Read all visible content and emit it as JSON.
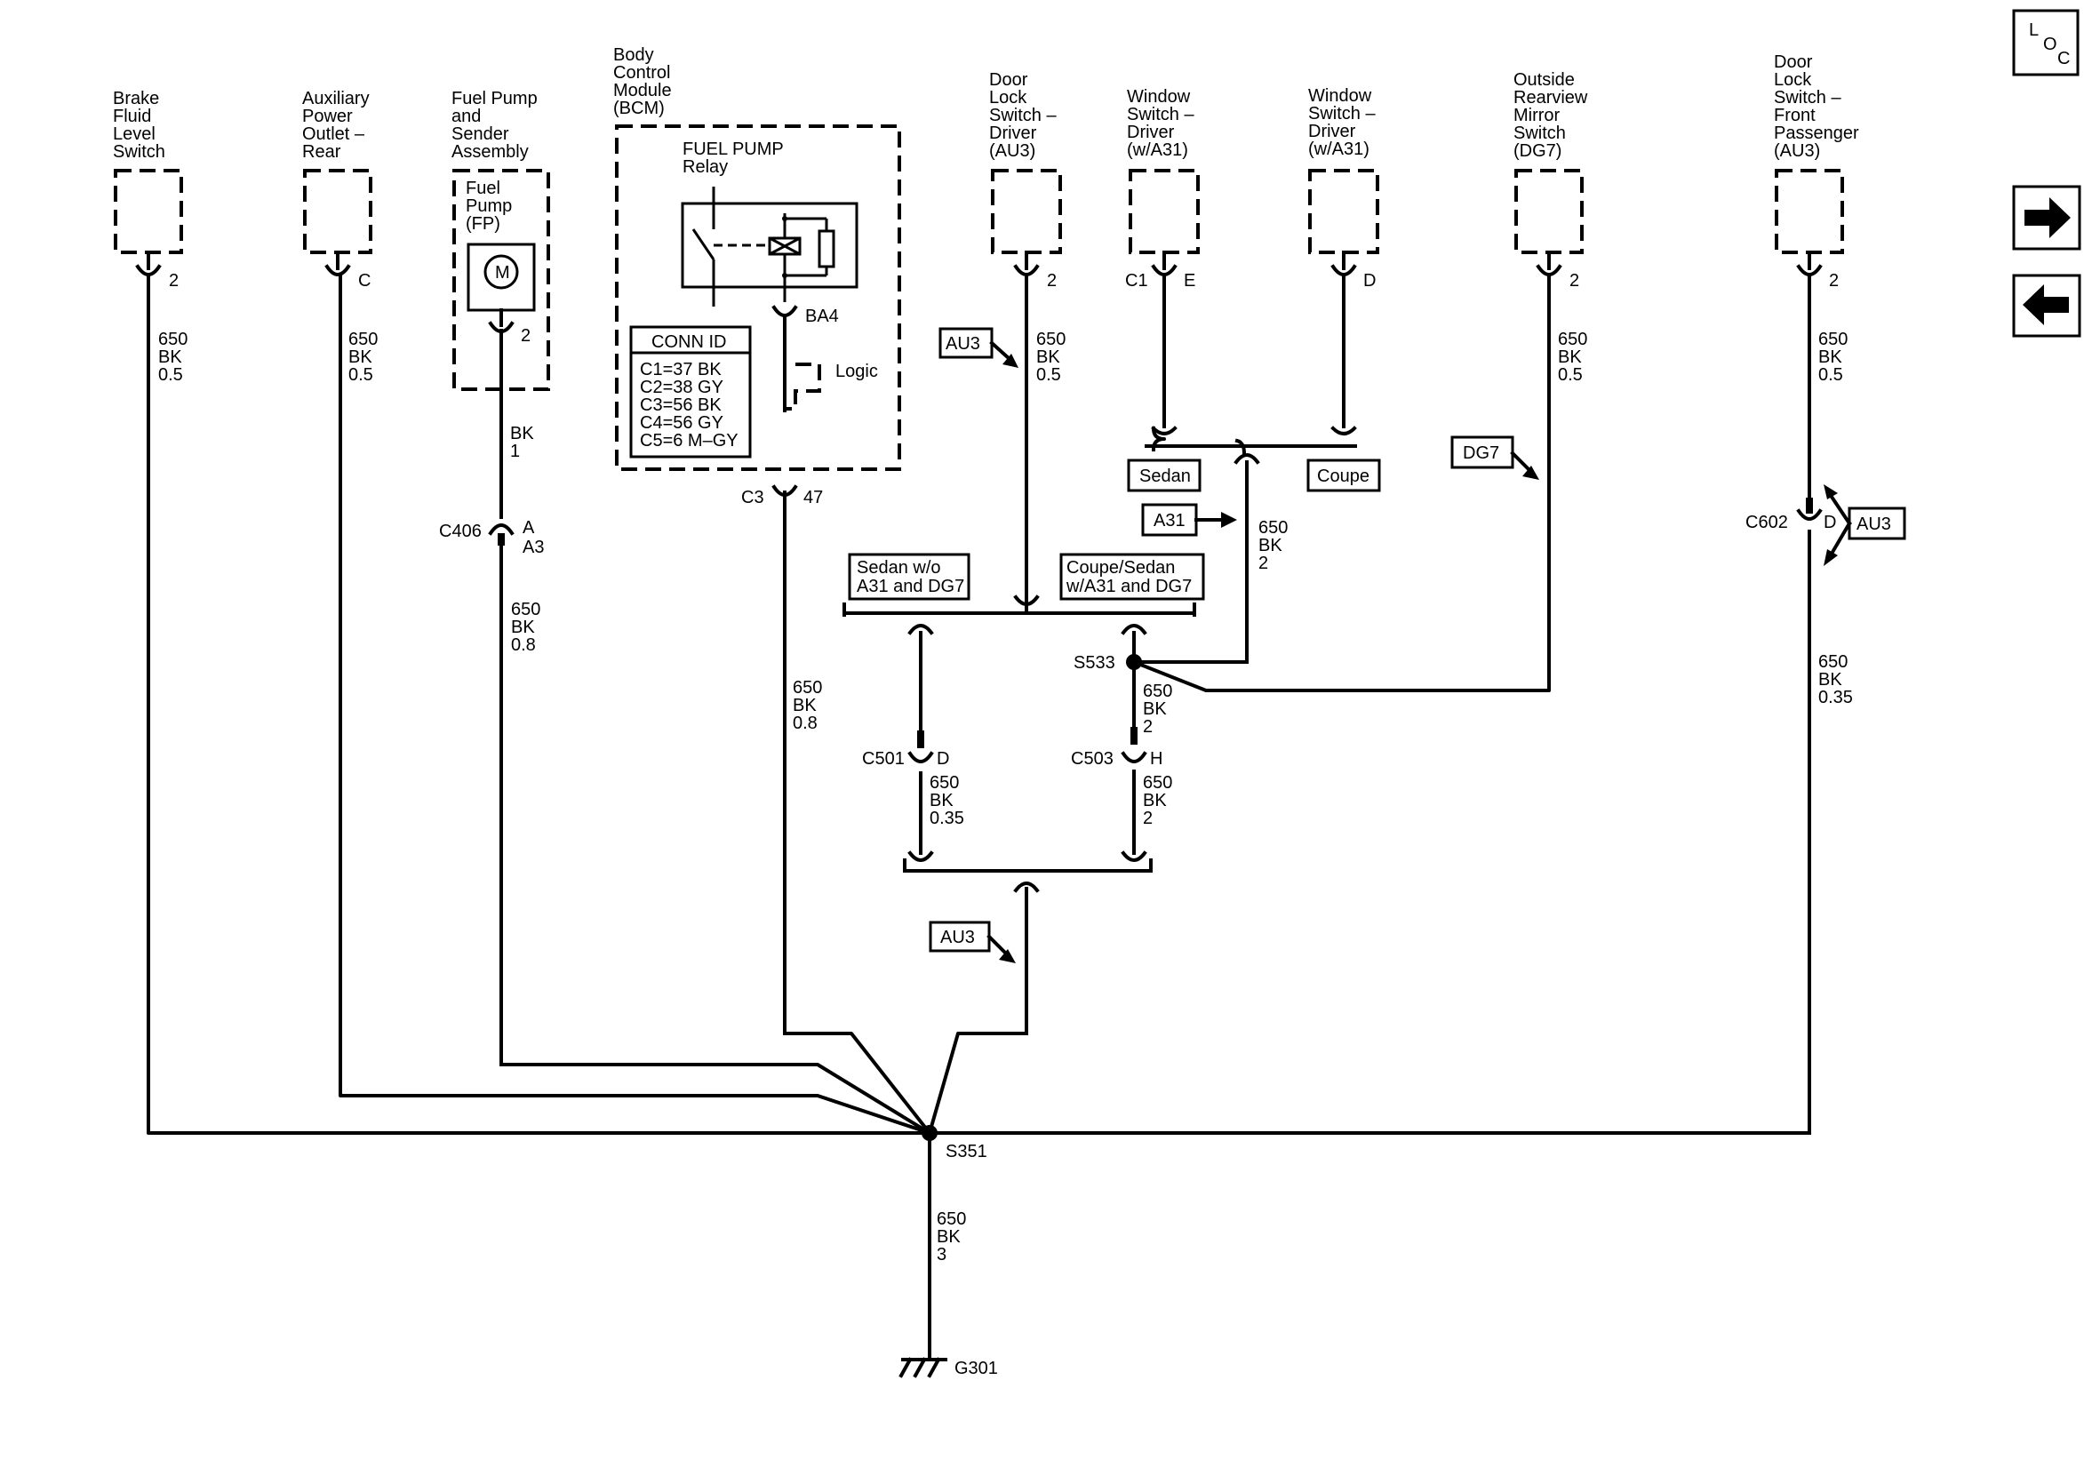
{
  "loc_icon": {
    "letters": [
      "L",
      "O",
      "C"
    ]
  },
  "nav": {
    "forward_icon": "arrow-right-icon",
    "back_icon": "arrow-left-icon"
  },
  "components": {
    "brake_fluid": {
      "lines": [
        "Brake",
        "Fluid",
        "Level",
        "Switch"
      ],
      "pin": "2",
      "wire": [
        "650",
        "BK",
        "0.5"
      ]
    },
    "aux_power": {
      "lines": [
        "Auxiliary",
        "Power",
        "Outlet –",
        "Rear"
      ],
      "pin": "C",
      "wire": [
        "650",
        "BK",
        "0.5"
      ]
    },
    "fuel_pump_assembly": {
      "lines": [
        "Fuel Pump",
        "and",
        "Sender",
        "Assembly"
      ],
      "inner_lines": [
        "Fuel",
        "Pump",
        "(FP)"
      ],
      "motor": "M",
      "pin": "2",
      "wire": [
        "BK",
        "1"
      ]
    },
    "bcm": {
      "lines": [
        "Body",
        "Control",
        "Module",
        "(BCM)"
      ],
      "relay_lines": [
        "FUEL PUMP",
        "Relay"
      ],
      "relay_pin": "BA4",
      "logic": "Logic",
      "conn_title": "CONN ID",
      "conn_rows": [
        "C1=37 BK",
        "C2=38 GY",
        "C3=56 BK",
        "C4=56 GY",
        "C5=6 M–GY"
      ],
      "connector": "C3",
      "pin": "47",
      "wire": [
        "650",
        "BK",
        "0.8"
      ]
    },
    "door_lock_driver": {
      "lines": [
        "Door",
        "Lock",
        "Switch –",
        "Driver",
        "(AU3)"
      ],
      "pin": "2",
      "wire": [
        "650",
        "BK",
        "0.5"
      ]
    },
    "window_driver_1": {
      "lines": [
        "Window",
        "Switch –",
        "Driver",
        "(w/A31)"
      ],
      "connector": "C1",
      "pin": "E"
    },
    "window_driver_2": {
      "lines": [
        "Window",
        "Switch –",
        "Driver",
        "(w/A31)"
      ],
      "pin": "D"
    },
    "mirror_switch": {
      "lines": [
        "Outside",
        "Rearview",
        "Mirror",
        "Switch",
        "(DG7)"
      ],
      "pin": "2",
      "wire": [
        "650",
        "BK",
        "0.5"
      ]
    },
    "door_lock_passenger": {
      "lines": [
        "Door",
        "Lock",
        "Switch –",
        "Front",
        "Passenger",
        "(AU3)"
      ],
      "pin": "2",
      "wire": [
        "650",
        "BK",
        "0.5"
      ],
      "wire_lower": [
        "650",
        "BK",
        "0.35"
      ]
    }
  },
  "connectors": {
    "c406": {
      "name": "C406",
      "pin1": "A",
      "pin2": "A3",
      "wire": [
        "650",
        "BK",
        "0.8"
      ]
    },
    "c602": {
      "name": "C602",
      "pin": "D"
    },
    "c501": {
      "name": "C501",
      "pin": "D",
      "wire": [
        "650",
        "BK",
        "0.35"
      ]
    },
    "c503": {
      "name": "C503",
      "pin": "H",
      "wire": [
        "650",
        "BK",
        "2"
      ]
    }
  },
  "splices": {
    "s533": {
      "name": "S533",
      "wire": [
        "650",
        "BK",
        "2"
      ]
    },
    "s351": {
      "name": "S351",
      "wire": [
        "650",
        "BK",
        "3"
      ]
    }
  },
  "option_tags": {
    "au3_1": "AU3",
    "au3_2": "AU3",
    "au3_3": "AU3",
    "dg7": "DG7",
    "a31": "A31",
    "sedan": "Sedan",
    "coupe": "Coupe",
    "sedan_wo_lines": [
      "Sedan w/o",
      "A31 and DG7"
    ],
    "coupe_sedan_lines": [
      "Coupe/Sedan",
      "w/A31 and DG7"
    ]
  },
  "a31_wire": [
    "650",
    "BK",
    "2"
  ],
  "ground": {
    "name": "G301"
  }
}
